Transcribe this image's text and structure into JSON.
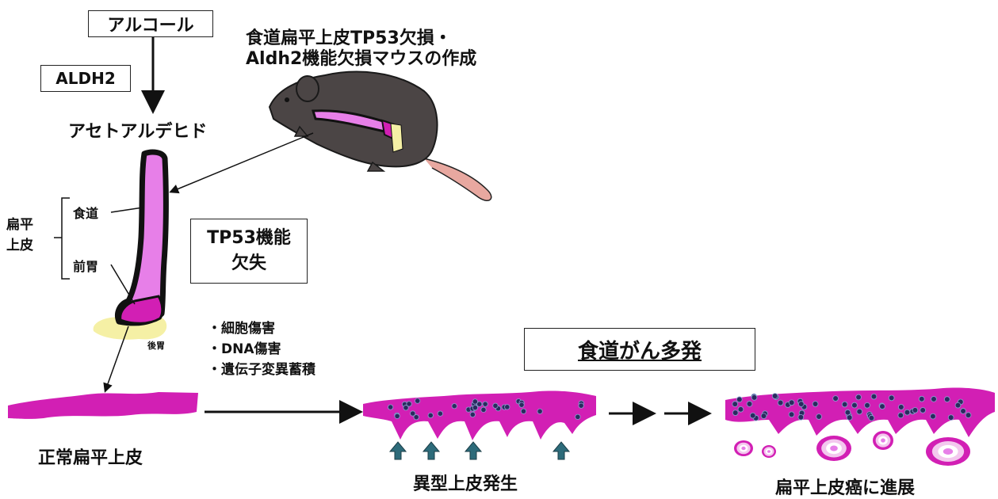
{
  "alcohol_box": "アルコール",
  "aldh2_box": "ALDH2",
  "acetaldehyde": "アセトアルデヒド",
  "mouse_title": [
    "食道扁平上皮TP53欠損・",
    "Aldh2機能欠損マウスの作成"
  ],
  "squamous_epithelium_label": [
    "扁平",
    "上皮"
  ],
  "esophagus_label": "食道",
  "forestomach_label": "前胃",
  "glandular_stomach_label": "後胃",
  "tp53_box": [
    "TP53機能",
    "欠失"
  ],
  "damage_list": [
    "・細胞傷害",
    "・DNA傷害",
    "・遺伝子変異蓄積"
  ],
  "multiple_cancer_box": "食道がん多発",
  "normal_epithelium_label": "正常扁平上皮",
  "dysplasia_label": "異型上皮発生",
  "progression_label": "扁平上皮癌に進展",
  "colors": {
    "tissue_magenta": "#d21fb4",
    "esophagus_pink": "#e77fe8",
    "cell_navy": "#2a2a5e",
    "arrow_teal": "#2d6b7a",
    "stomach_yellow": "#f5f0a5",
    "mouse_gray": "#4b4545",
    "tail_pink": "#e8a8a0"
  }
}
